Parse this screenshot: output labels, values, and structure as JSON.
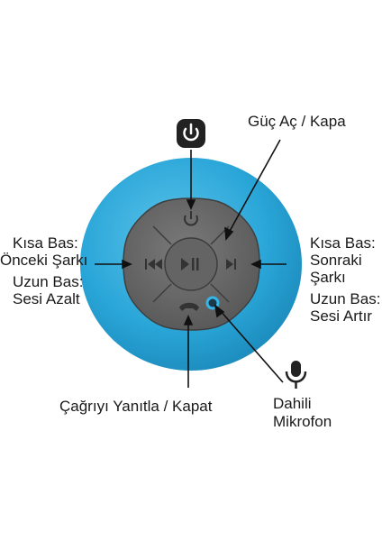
{
  "labels": {
    "power": "Güç Aç / Kapa",
    "left_short_title": "Kısa Bas:",
    "left_short_desc": "Önceki Şarkı",
    "left_long_title": "Uzun Bas:",
    "left_long_desc": "Sesi Azalt",
    "right_short_title": "Kısa Bas:",
    "right_short_desc1": "Sonraki",
    "right_short_desc2": "Şarkı",
    "right_long_title": "Uzun Bas:",
    "right_long_desc": "Sesi Artır",
    "call": "Çağrıyı Yanıtla / Kapat",
    "mic_line1": "Dahili",
    "mic_line2": "Mikrofon"
  },
  "icons": [
    "power-icon",
    "previous-icon",
    "play-pause-icon",
    "next-icon",
    "phone-icon",
    "microphone-icon"
  ],
  "colors": {
    "speaker_body": "#2aa6d8",
    "button_panel": "#6b6b6b",
    "button_outline": "#3f3f3f",
    "mic_ring": "#36b5e8",
    "text": "#1a1a1a"
  }
}
